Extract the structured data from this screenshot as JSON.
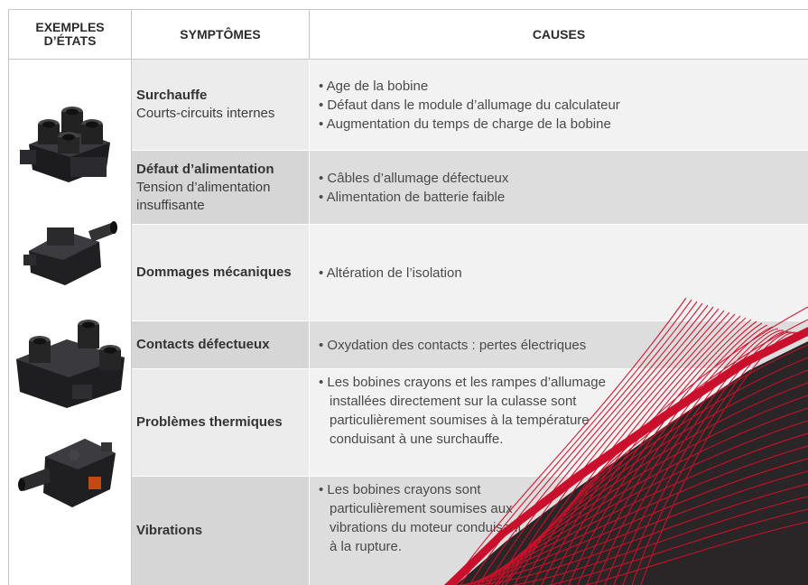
{
  "headers": {
    "examples": "EXEMPLES\nD'ÉTATS",
    "examples_line1": "EXEMPLES",
    "examples_line2": "D’ÉTATS",
    "symptoms": "SYMPTÔMES",
    "causes": "CAUSES"
  },
  "rows": [
    {
      "title": "Surchauffe",
      "subtitle": "Courts-circuits internes",
      "causes": [
        "• Age de la bobine",
        "• Défaut dans le module d’allumage du calculateur",
        "• Augmentation du temps de charge de la bobine"
      ]
    },
    {
      "title": "Défaut d’alimentation",
      "subtitle": "Tension d’alimentation insuffisante",
      "causes": [
        "• Câbles d’allumage défectueux",
        "• Alimentation de batterie faible"
      ]
    },
    {
      "title": "Dommages mécaniques",
      "subtitle": "",
      "causes": [
        "• Altération de l’isolation"
      ]
    },
    {
      "title": "Contacts défectueux",
      "subtitle": "",
      "causes": [
        "• Oxydation des contacts : pertes électriques"
      ]
    },
    {
      "title": "Problèmes thermiques",
      "subtitle": "",
      "causes": [
        "• Les bobines crayons et les rampes d’allumage installées directement sur la culasse sont particulièrement soumises à la température conduisant à une surchauffe."
      ]
    },
    {
      "title": "Vibrations",
      "subtitle": "",
      "causes": [
        "• Les bobines crayons sont particulièrement soumises aux vibrations du moteur conduisant à la rupture."
      ]
    }
  ],
  "colors": {
    "row_light_symptom": "#ececec",
    "row_light_cause": "#f2f2f2",
    "row_dark_symptom": "#d6d6d6",
    "row_dark_cause": "#dddddd",
    "accent_red": "#d0102a",
    "accent_dark": "#2a2526"
  },
  "images": [
    {
      "name": "ignition-coil-block-image"
    },
    {
      "name": "ignition-coil-single-image"
    },
    {
      "name": "ignition-coil-pack-image"
    },
    {
      "name": "ignition-coil-compact-image"
    }
  ]
}
